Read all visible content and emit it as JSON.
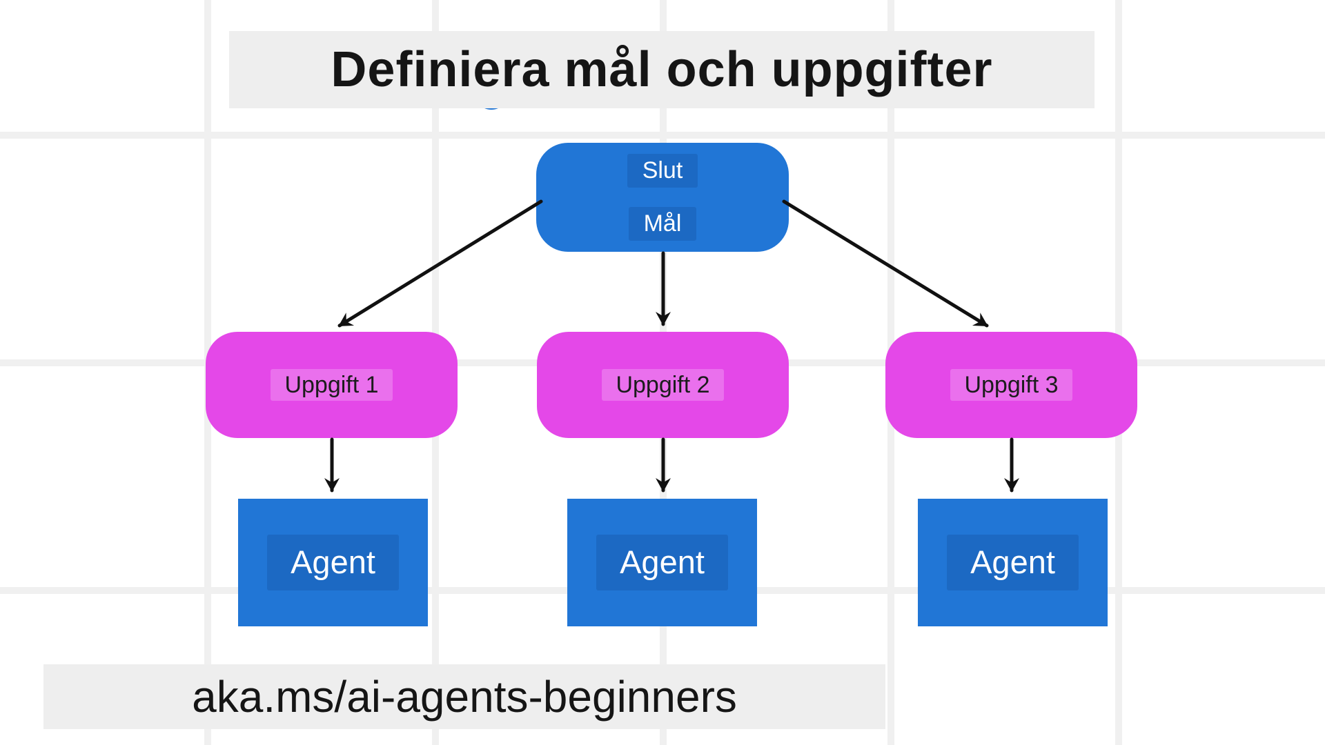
{
  "theme": {
    "accent_blue": "#2176d6",
    "magenta": "#e448e8",
    "band_gray": "#eeeeee",
    "grid_gray": "#f0f0f0",
    "arrow_black": "#111111",
    "text_dark": "#151515",
    "text_light": "#ffffff"
  },
  "title": {
    "text": "Definiera mål och uppgifter"
  },
  "diagram": {
    "goal": {
      "lines": [
        "Slut",
        "Mål"
      ]
    },
    "tasks": [
      {
        "label": "Uppgift 1"
      },
      {
        "label": "Uppgift 2"
      },
      {
        "label": "Uppgift 3"
      }
    ],
    "agents": [
      {
        "label": "Agent"
      },
      {
        "label": "Agent"
      },
      {
        "label": "Agent"
      }
    ]
  },
  "footer": {
    "text": "aka.ms/ai-agents-beginners"
  }
}
